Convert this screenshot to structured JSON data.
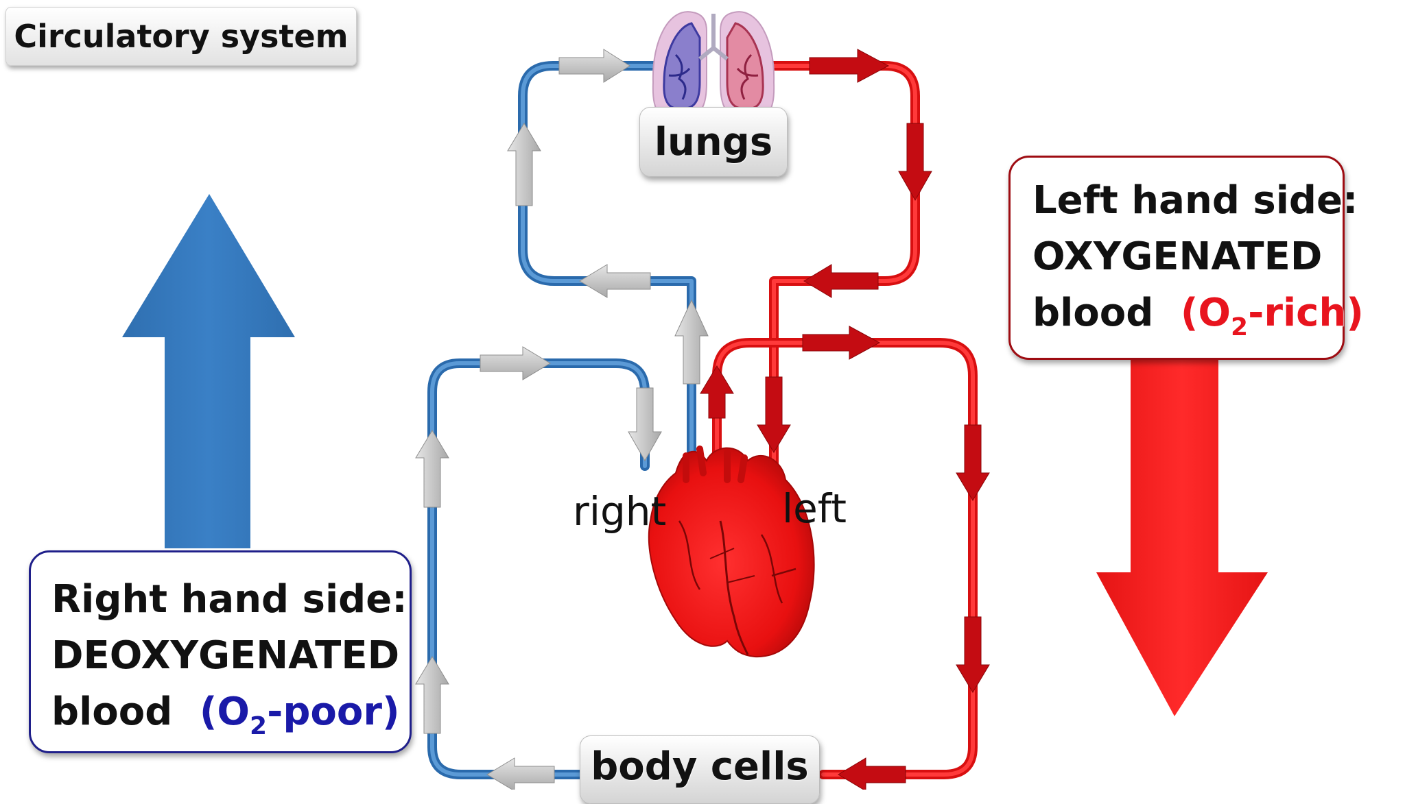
{
  "title": "Circulatory system",
  "labels": {
    "lungs": "lungs",
    "body_cells": "body cells",
    "heart_right": "right",
    "heart_left": "left"
  },
  "right_panel": {
    "line1": "Right hand side:",
    "line2": "DEOXYGENATED",
    "line3": "blood",
    "o2_open": "(O",
    "o2_sub": "2",
    "o2_close": "-poor)"
  },
  "left_panel": {
    "line1": "Left hand side:",
    "line2": "OXYGENATED",
    "line3": "blood",
    "o2_open": "(O",
    "o2_sub": "2",
    "o2_close": "-rich)"
  },
  "colors": {
    "deoxygenated_blue": "#3a7cc4",
    "oxygenated_red": "#f21a1a",
    "dark_red_arrow": "#c00d13",
    "gray_arrow": "#bfbfbf",
    "blue_text": "#1a1aa8",
    "red_text": "#e8141e",
    "big_blue_arrow": "#2e74b8",
    "big_red_arrow": "#f21a1a"
  },
  "icons": {
    "lungs": "lungs-icon",
    "heart": "heart-icon",
    "up_arrow": "big-up-arrow",
    "down_arrow": "big-down-arrow"
  }
}
